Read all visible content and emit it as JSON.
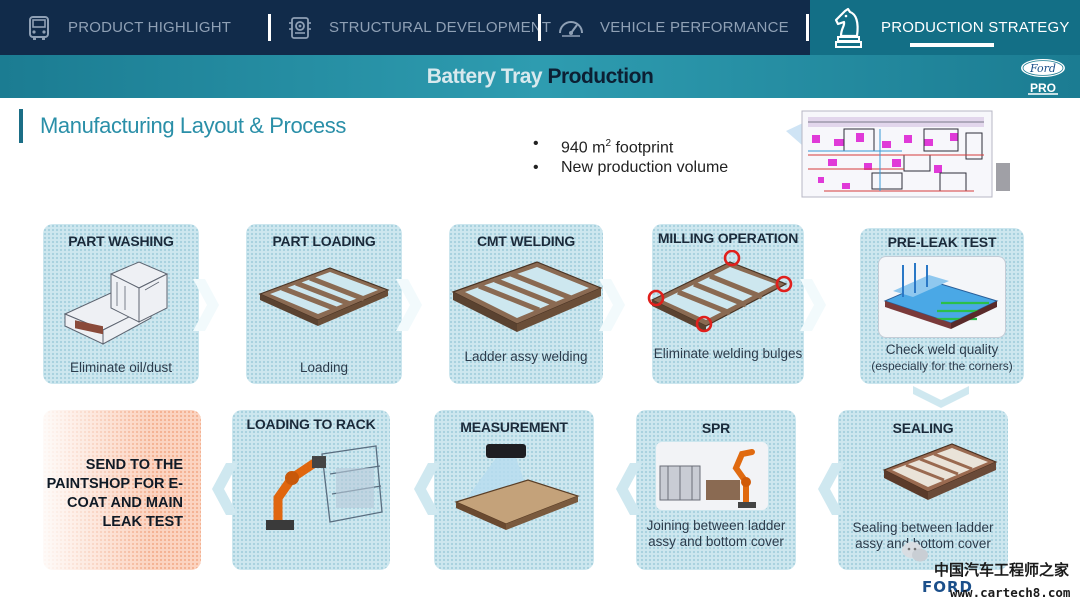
{
  "nav": {
    "items": [
      {
        "label": "PRODUCT HIGHLIGHT",
        "icon": "truck-icon"
      },
      {
        "label": "STRUCTURAL DEVELOPMENT",
        "icon": "gear-chip-icon"
      },
      {
        "label": "VEHICLE PERFORMANCE",
        "icon": "speedometer-icon"
      },
      {
        "label": "PRODUCTION STRATEGY",
        "icon": "chess-knight-icon",
        "active": true
      }
    ]
  },
  "banner": {
    "title_part1": "Battery Tray ",
    "title_part2": "Production"
  },
  "logo": {
    "brand": "Ford",
    "sub": "PRO"
  },
  "section": {
    "title": "Manufacturing Layout & Process"
  },
  "facts": {
    "footprint_pre": "940 m",
    "footprint_sup": "2",
    "footprint_post": " footprint",
    "volume": "New production volume"
  },
  "steps": {
    "part_washing": {
      "title": "PART WASHING",
      "caption": "Eliminate oil/dust"
    },
    "part_loading": {
      "title": "PART LOADING",
      "caption": "Loading"
    },
    "cmt_welding": {
      "title": "CMT WELDING",
      "caption": "Ladder assy welding"
    },
    "milling": {
      "title": "MILLING OPERATION",
      "caption": "Eliminate welding bulges"
    },
    "pre_leak": {
      "title": "PRE-LEAK TEST",
      "caption1": "Check weld quality",
      "caption2": "(especially for the corners)"
    },
    "sealing": {
      "title": "SEALING",
      "caption": "Sealing between ladder assy and bottom cover"
    },
    "spr": {
      "title": "SPR",
      "caption": "Joining between ladder assy and bottom cover"
    },
    "measurement": {
      "title": "MEASUREMENT"
    },
    "loading_rack": {
      "title": "LOADING TO RACK"
    },
    "final": {
      "text": "SEND TO THE PAINTSHOP FOR E-COAT AND MAIN LEAK TEST"
    }
  },
  "watermark": {
    "cn": "中国汽车工程师之家",
    "url": "www.cartech8.com",
    "brand": "FORD"
  },
  "colors": {
    "nav_bg": "#112b4a",
    "active": "#136f86",
    "teal": "#2a8fa8",
    "card": "#cde7ef",
    "orange": "#fbd4c1"
  }
}
